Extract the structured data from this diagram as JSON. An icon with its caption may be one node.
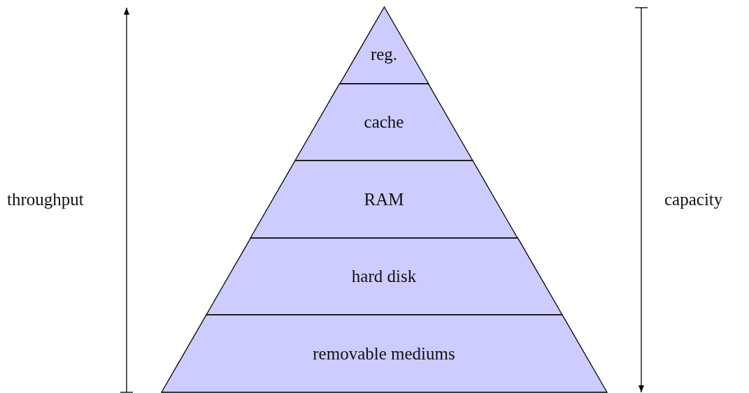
{
  "diagram": {
    "nodes": [
      {
        "text": [
          "reg."
        ]
      },
      {
        "text": [
          "cache"
        ]
      },
      {
        "text": [
          "RAM"
        ]
      },
      {
        "text": [
          "hard disk"
        ]
      },
      {
        "text": [
          "removable mediums"
        ]
      }
    ],
    "labels": [
      "throughput",
      "capacity"
    ]
  }
}
